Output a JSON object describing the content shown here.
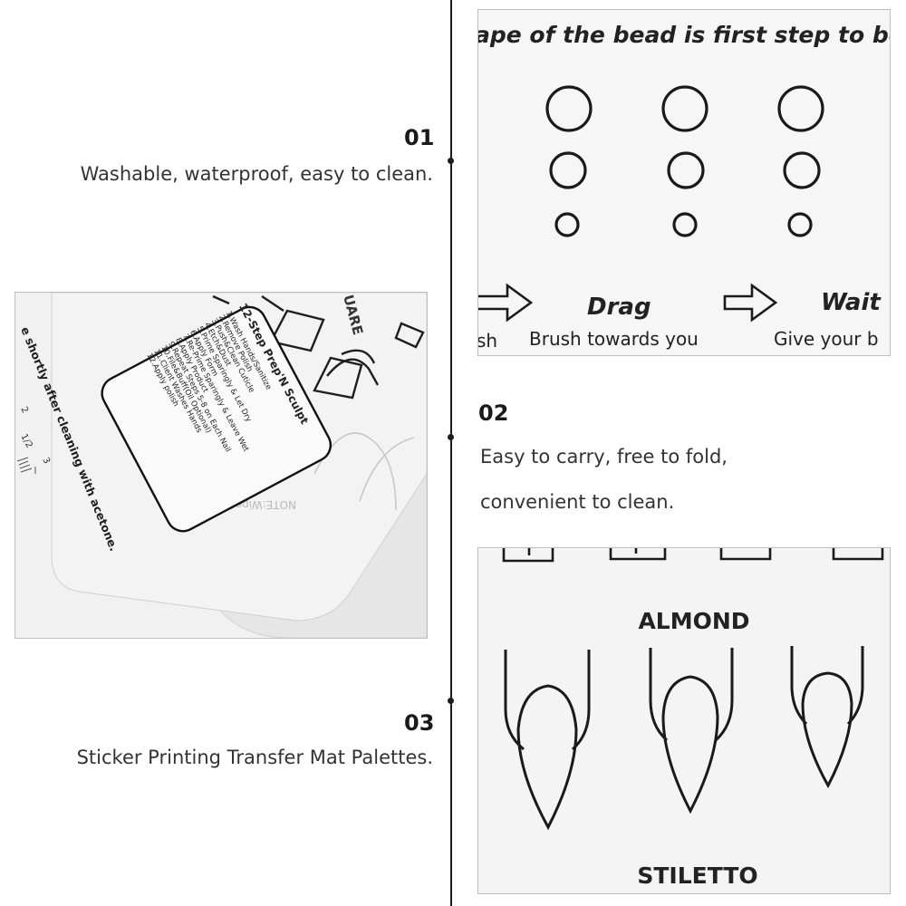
{
  "features": [
    {
      "number": "01",
      "text": "Washable, waterproof, easy to clean."
    },
    {
      "number": "02",
      "line1": "Easy to carry, free to fold,",
      "line2": "convenient to clean."
    },
    {
      "number": "03",
      "text": "Sticker Printing Transfer Mat Palettes."
    }
  ],
  "photo_bead": {
    "headline": "ape of the bead is first step to beau",
    "drag_label": "Drag",
    "drag_caption": "Brush towards you",
    "wait_label": "Wait",
    "wait_caption": "Give your b",
    "left_fragment": "sh"
  },
  "photo_mats": {
    "card_title": "12-Step Prep'N Sculpt",
    "steps": [
      "1.Wash Hands/Sanitize",
      "2.Remove Polish",
      "3.Push&Clean Cuticle",
      "4.Etch&Dust",
      "5.Prime Sparingly & Let Dry",
      "6.Apply Form",
      "7.Re-Prime Sparingly & Leave Wet",
      "8.Apply Product",
      "9.Repeat Steps 5-8 on Each Nail",
      "10.File&Buff(Oil Optional)",
      "11.Client Washes Hands",
      "12.Apply polish"
    ],
    "edge_text": "e shortly after cleaning with acetone.",
    "shape_label": "UARE",
    "note_text": "NOTE:Wipe mat wa",
    "ruler_marks": [
      "2",
      "1/2",
      "3"
    ]
  },
  "photo_shapes": {
    "label_top": "ALMOND",
    "label_bottom": "STILETTO"
  }
}
